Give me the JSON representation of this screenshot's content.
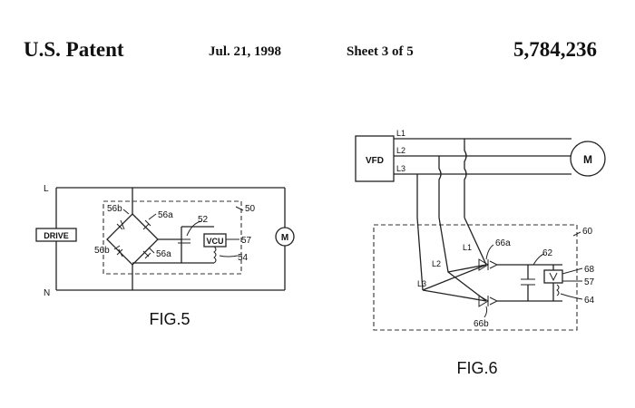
{
  "header": {
    "title": "U.S. Patent",
    "date": "Jul. 21, 1998",
    "sheet": "Sheet 3 of 5",
    "number": "5,784,236"
  },
  "fig5": {
    "caption": "FIG.5",
    "line_l": "L",
    "line_n": "N",
    "drive": "DRIVE",
    "vcu": "VCU",
    "motor": "M",
    "ref_50": "50",
    "ref_52": "52",
    "ref_54": "54",
    "ref_57": "57",
    "ref_56a_top": "56a",
    "ref_56a_bottom": "56a",
    "ref_56b_top": "56b",
    "ref_56b_bottom": "56b"
  },
  "fig6": {
    "caption": "FIG.6",
    "vfd": "VFD",
    "motor": "M",
    "line_l1": "L1",
    "line_l2": "L2",
    "line_l3": "L3",
    "inner_l1": "L1",
    "inner_l2": "L2",
    "inner_l3": "L3",
    "ref_60": "60",
    "ref_62": "62",
    "ref_64": "64",
    "ref_57": "57",
    "ref_68": "68",
    "ref_66a": "66a",
    "ref_66b": "66b"
  }
}
